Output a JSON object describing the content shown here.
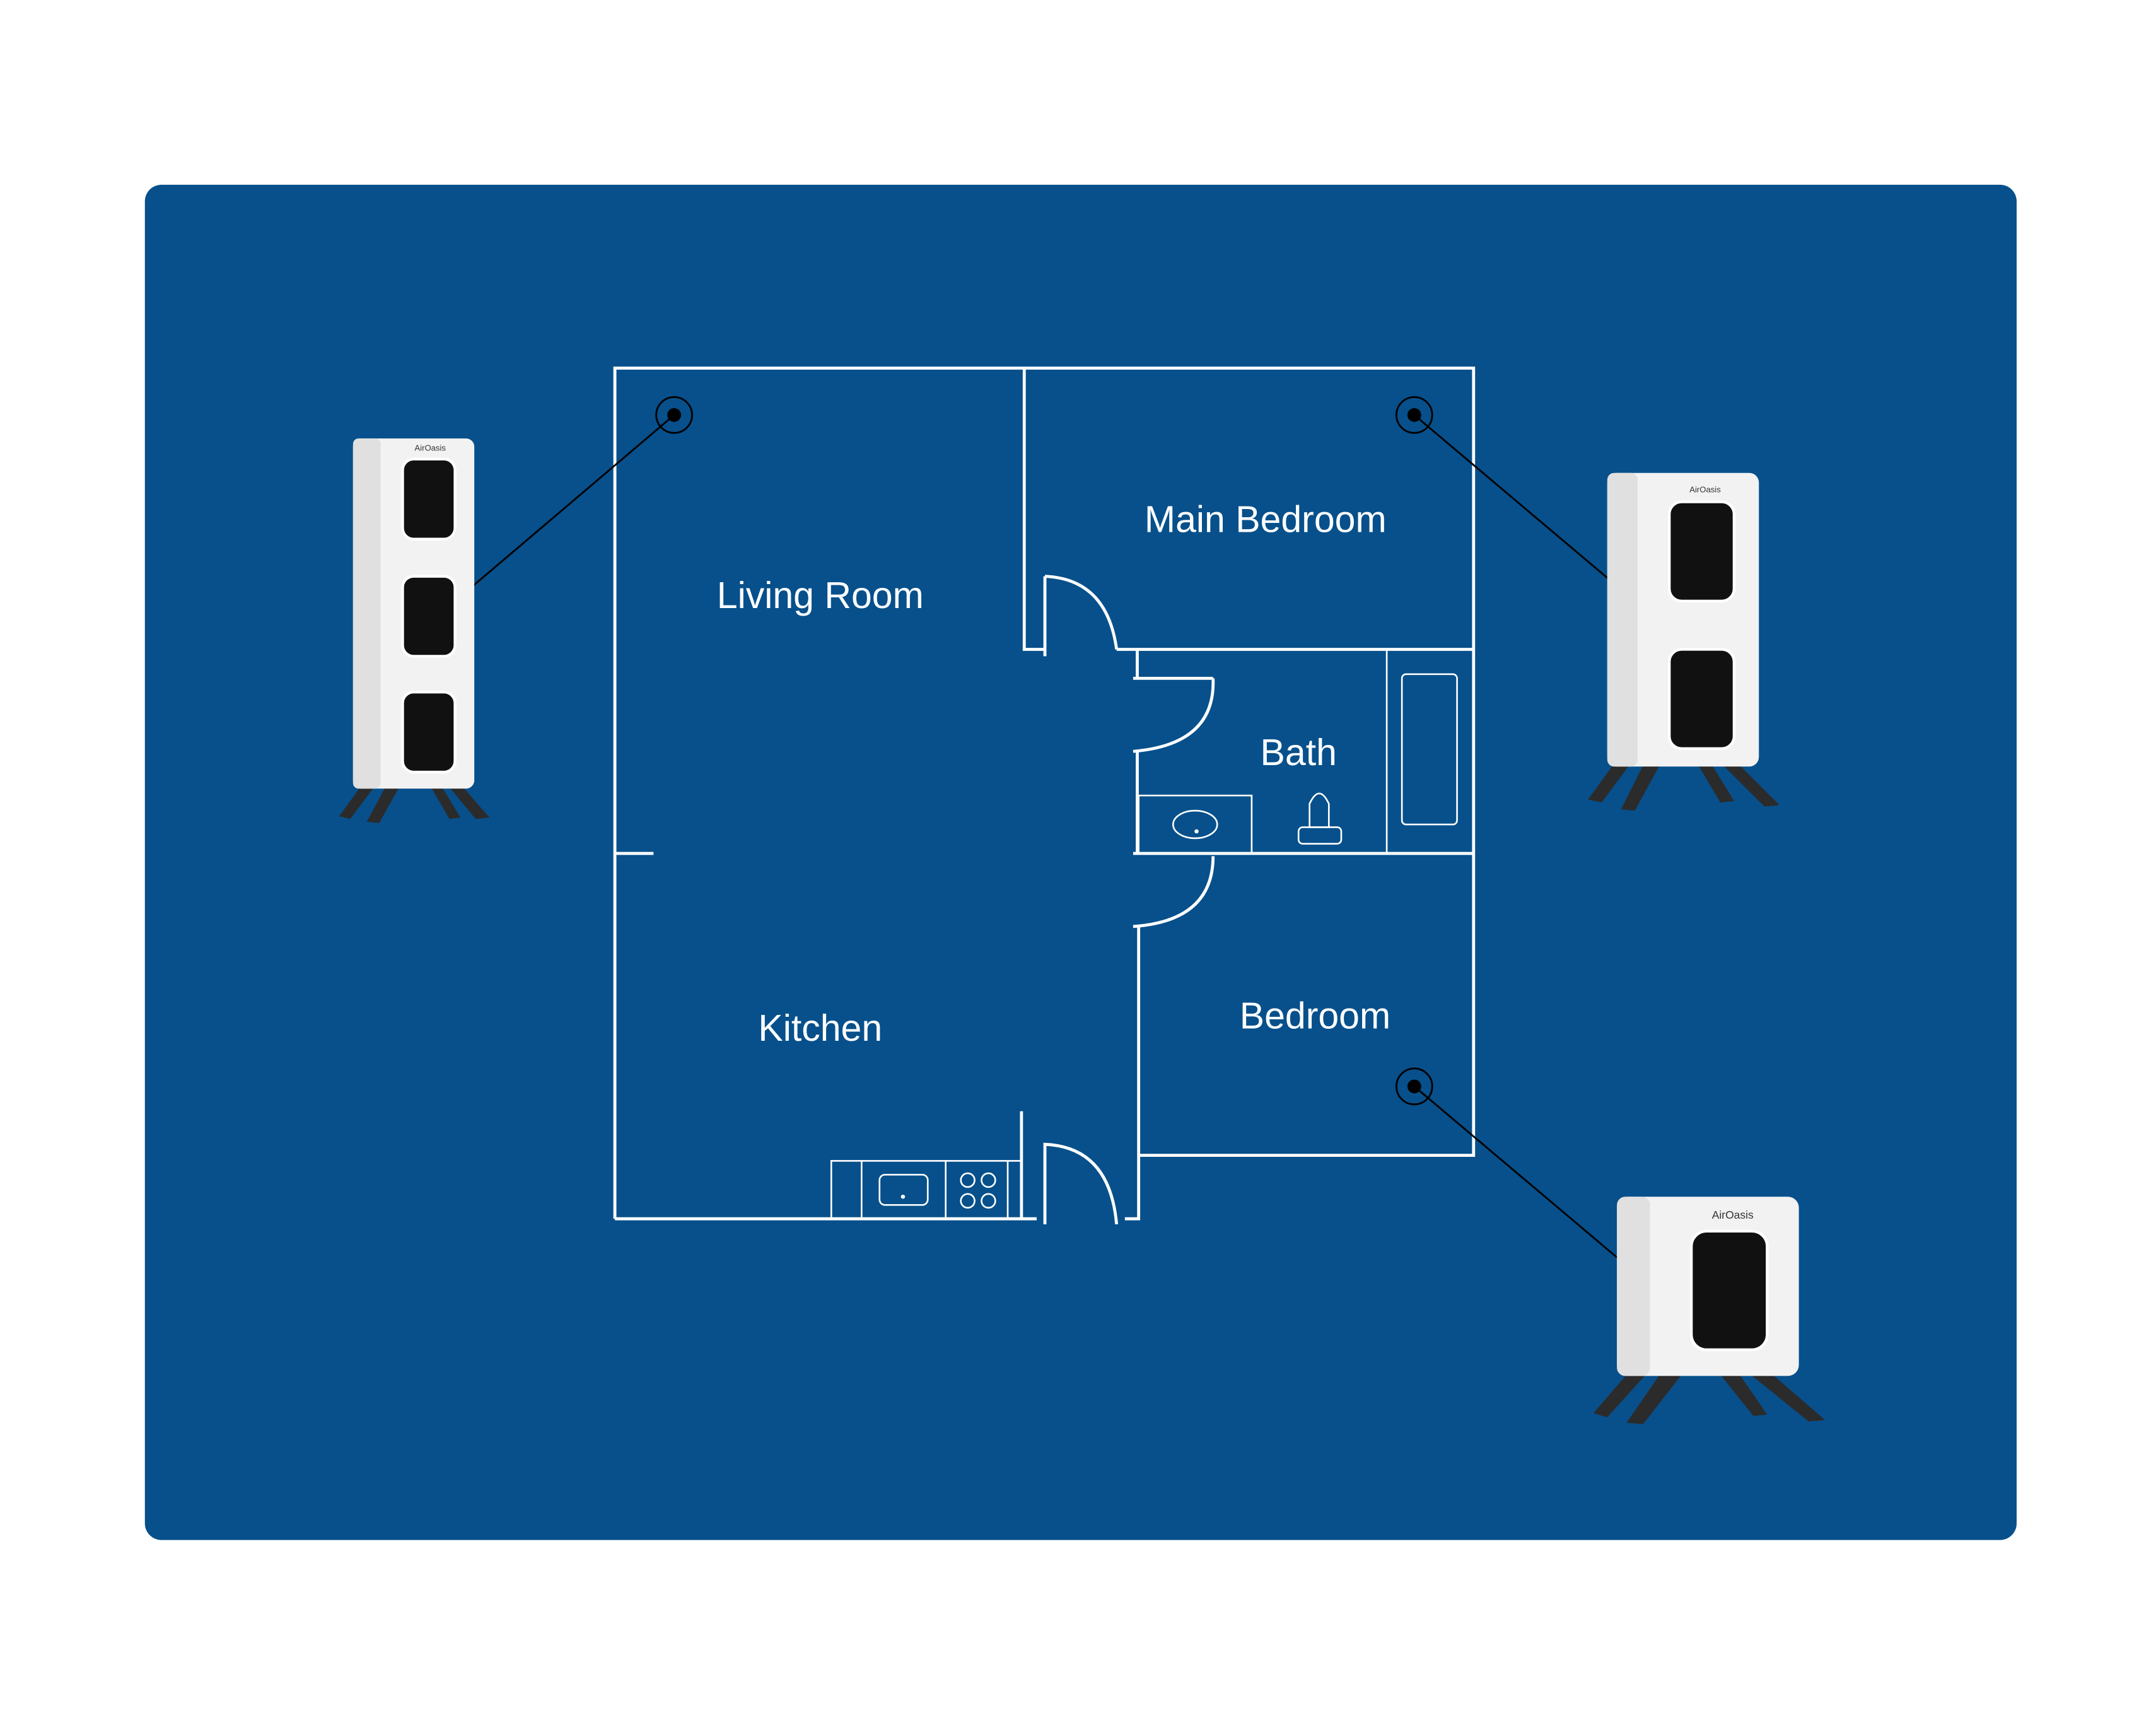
{
  "colors": {
    "panel": "#07508b",
    "background": "#ffffff",
    "wall": "#ffffff",
    "marker": "#000000"
  },
  "rooms": {
    "living_room": "Living Room",
    "main_bedroom": "Main Bedroom",
    "bath": "Bath",
    "kitchen": "Kitchen",
    "bedroom": "Bedroom"
  },
  "purifiers": [
    {
      "brand": "AirOasis",
      "model": "tall-three-filter"
    },
    {
      "brand": "AirOasis",
      "model": "medium-two-filter"
    },
    {
      "brand": "AirOasis",
      "model": "compact-one-filter"
    }
  ]
}
